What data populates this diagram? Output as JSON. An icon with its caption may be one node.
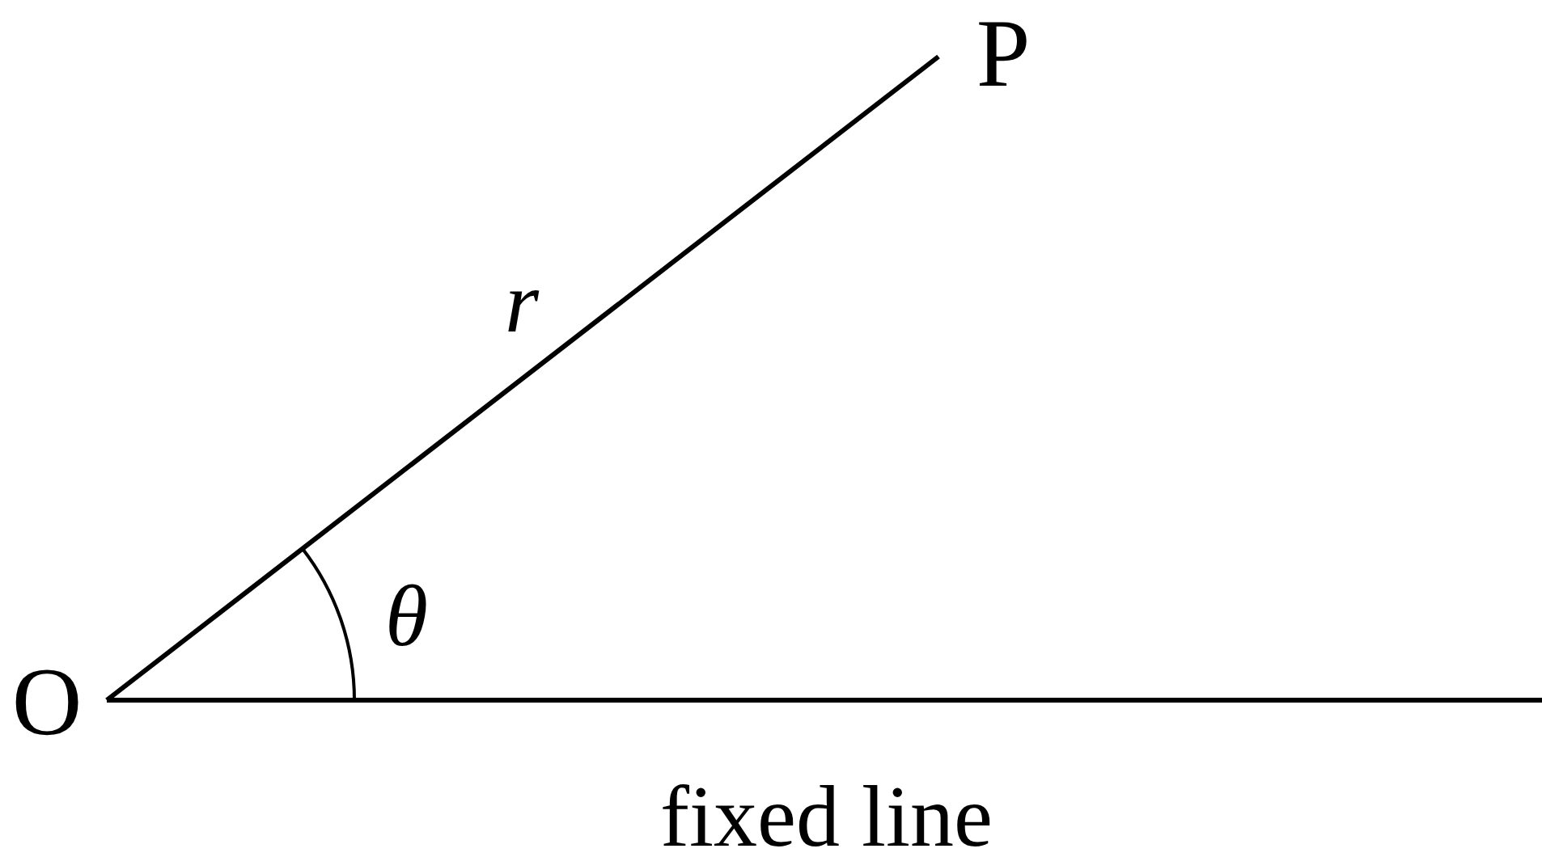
{
  "diagram": {
    "nodes": [
      {
        "text": [
          "O"
        ]
      },
      {
        "text": [
          "P"
        ]
      }
    ],
    "edges": [
      {
        "from": 0,
        "to": 1,
        "arrow": "none",
        "label": "r"
      },
      {
        "from": 0,
        "to": null,
        "arrow": "none",
        "label": "fixed line"
      }
    ],
    "labels": [
      "θ"
    ]
  }
}
